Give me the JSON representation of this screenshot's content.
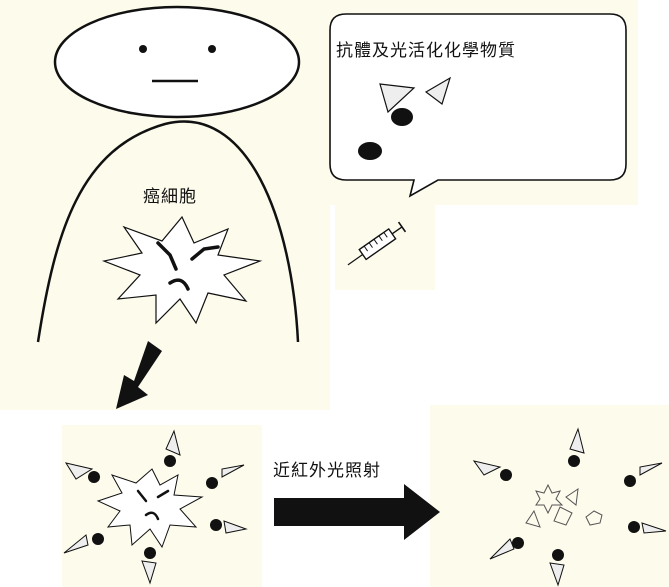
{
  "bubble_label": "抗體及光活化化學物質",
  "cancer_cell_label": "癌細胞",
  "arrow_label": "近紅外光照射",
  "colors": {
    "panel_bg": "#fdfbec",
    "line": "#111111",
    "triangle_fill": "#eeeeee"
  },
  "icons": [
    "person-figure",
    "speech-bubble",
    "syringe-icon",
    "cancer-cell-icon",
    "antibody-conjugate-icon",
    "fragment-icon",
    "arrow"
  ]
}
